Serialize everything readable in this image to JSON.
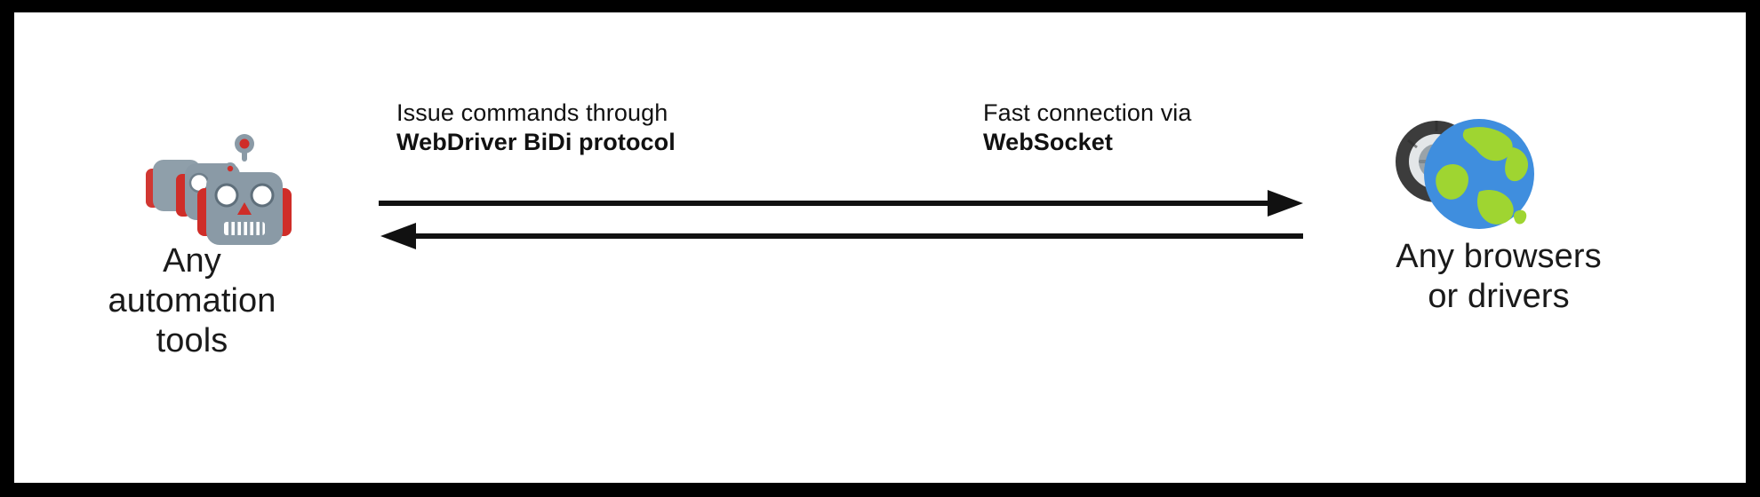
{
  "diagram": {
    "type": "architecture-flow",
    "border_color": "#000000",
    "background_color": "#ffffff",
    "text_color": "#1a1a1a",
    "nodes": [
      {
        "id": "automation",
        "icon": "robot-icon",
        "caption": "Any\nautomation\ntools",
        "caption_line1": "Any",
        "caption_line2": "automation",
        "caption_line3": "tools",
        "colors": {
          "body": "#8a9aa6",
          "accent": "#cf2d28",
          "detail": "#ffffff"
        }
      },
      {
        "id": "browsers",
        "icon": "globe-icon",
        "caption": "Any browsers\nor drivers",
        "caption_line1": "Any browsers",
        "caption_line2": "or drivers",
        "colors": {
          "ocean": "#3f8ede",
          "land": "#9fd531",
          "tire": "#3c3c3c"
        }
      }
    ],
    "links": [
      {
        "id": "commands",
        "label_line1": "Issue commands through",
        "label_line2": "WebDriver BiDi protocol",
        "direction": "right",
        "stroke_color": "#111111"
      },
      {
        "id": "transport",
        "label_line1": "Fast connection via",
        "label_line2": "WebSocket",
        "direction": "left",
        "stroke_color": "#111111"
      }
    ]
  }
}
